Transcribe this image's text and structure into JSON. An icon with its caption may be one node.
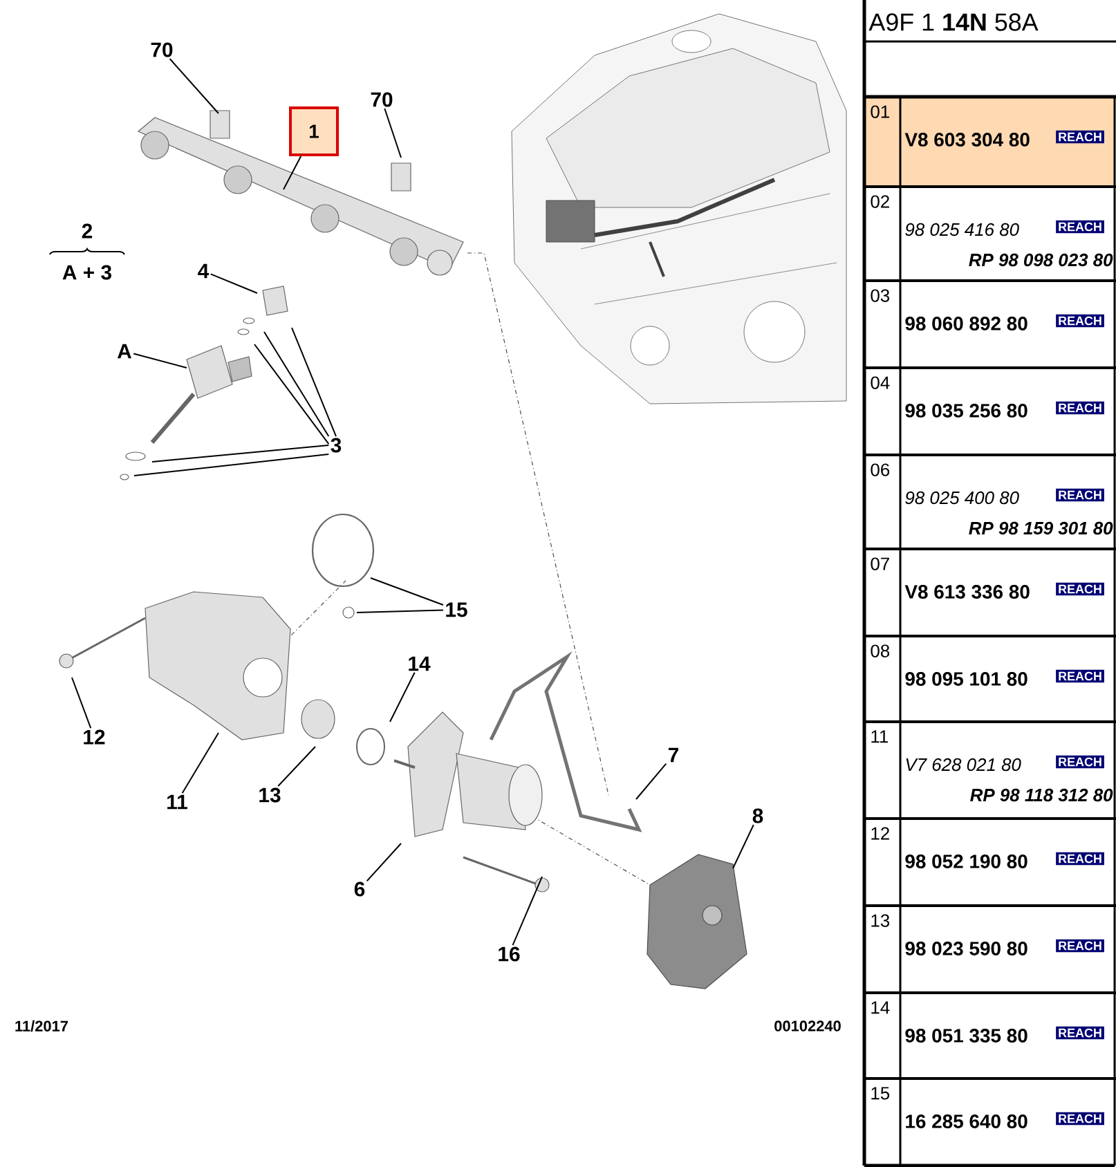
{
  "diagram": {
    "nodes": [
      {
        "text": [
          "70"
        ]
      },
      {
        "text": [
          "1"
        ]
      },
      {
        "text": [
          "70"
        ]
      },
      {
        "text": [
          "4"
        ]
      },
      {
        "text": [
          "A"
        ]
      },
      {
        "text": [
          "3"
        ]
      },
      {
        "text": [
          "15"
        ]
      },
      {
        "text": [
          "12"
        ]
      },
      {
        "text": [
          "11"
        ]
      },
      {
        "text": [
          "13"
        ]
      },
      {
        "text": [
          "14"
        ]
      },
      {
        "text": [
          "6"
        ]
      },
      {
        "text": [
          "16"
        ]
      },
      {
        "text": [
          "7"
        ]
      },
      {
        "text": [
          "8"
        ]
      }
    ],
    "edges": [
      {
        "from": 0,
        "to": null,
        "arrow": "none"
      },
      {
        "from": 1,
        "to": null,
        "arrow": "none"
      },
      {
        "from": 2,
        "to": null,
        "arrow": "none"
      },
      {
        "from": 3,
        "to": null,
        "arrow": "none"
      },
      {
        "from": 4,
        "to": null,
        "arrow": "none"
      },
      {
        "from": 5,
        "to": null,
        "arrow": "none"
      },
      {
        "from": 5,
        "to": null,
        "arrow": "none"
      },
      {
        "from": 5,
        "to": null,
        "arrow": "none"
      },
      {
        "from": 5,
        "to": null,
        "arrow": "none"
      },
      {
        "from": 5,
        "to": null,
        "arrow": "none"
      },
      {
        "from": 6,
        "to": null,
        "arrow": "none"
      },
      {
        "from": 6,
        "to": null,
        "arrow": "none"
      },
      {
        "from": 7,
        "to": null,
        "arrow": "none"
      },
      {
        "from": 8,
        "to": null,
        "arrow": "none"
      },
      {
        "from": 9,
        "to": null,
        "arrow": "none"
      },
      {
        "from": 10,
        "to": null,
        "arrow": "none"
      },
      {
        "from": 11,
        "to": null,
        "arrow": "none"
      },
      {
        "from": 12,
        "to": null,
        "arrow": "none"
      },
      {
        "from": 13,
        "to": null,
        "arrow": "none"
      },
      {
        "from": 14,
        "to": null,
        "arrow": "none"
      }
    ],
    "labels": [
      "2",
      "A + 3",
      "11/2017",
      "00102240",
      "A9F 1 **14N** 58A",
      "01",
      "V8 603 304 80",
      "REACH",
      "02",
      "98 025 416 80",
      "REACH",
      "RP 98 098 023 80",
      "03",
      "98 060 892 80",
      "REACH",
      "04",
      "98 035 256 80",
      "REACH",
      "06",
      "98 025 400 80",
      "REACH",
      "RP 98 159 301 80",
      "07",
      "V8 613 336 80",
      "REACH",
      "08",
      "98 095 101 80",
      "REACH",
      "11",
      "V7 628 021 80",
      "REACH",
      "RP 98 118 312 80",
      "12",
      "98 052 190 80",
      "REACH",
      "13",
      "98 023 590 80",
      "REACH",
      "14",
      "98 051 335 80",
      "REACH",
      "15",
      "16 285 640 80",
      "REACH"
    ]
  }
}
